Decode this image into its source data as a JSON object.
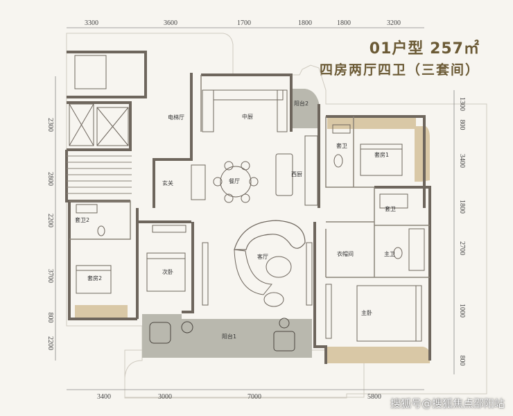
{
  "title": "01户型 257㎡",
  "subtitle": "四房两厅四卫（三套间）",
  "watermark": "搜狐号@搜狐焦点邵阳站",
  "colors": {
    "title": "#6b5a35",
    "balcony": "#b9b8ae",
    "wood": "#d9c8a6",
    "wall": "#6e665d"
  },
  "dimensions": {
    "top": [
      "3300",
      "3600",
      "1700",
      "1800",
      "1800",
      "3200"
    ],
    "bottom": [
      "3400",
      "3000",
      "7000",
      "5800"
    ],
    "left": [
      "2300",
      "2800",
      "2200",
      "3700",
      "800",
      "2200"
    ],
    "right": [
      "1300",
      "800",
      "3400",
      "1800",
      "2700",
      "1000",
      "800"
    ]
  },
  "rooms": {
    "elevator_hall": "电梯厅",
    "kitchen": "中厨",
    "balcony2": "阳台2",
    "bath_master_top": "套卫",
    "bedroom1": "套房1",
    "foyer": "玄关",
    "dining": "餐厅",
    "western_kitchen": "西厨",
    "bath_shared": "套卫",
    "bath2": "套卫2",
    "bedroom2": "套房2",
    "second_bedroom": "次卧",
    "living": "客厅",
    "closet": "衣帽间",
    "main_bath": "主卫",
    "master_bedroom": "主卧",
    "balcony1": "阳台1"
  }
}
